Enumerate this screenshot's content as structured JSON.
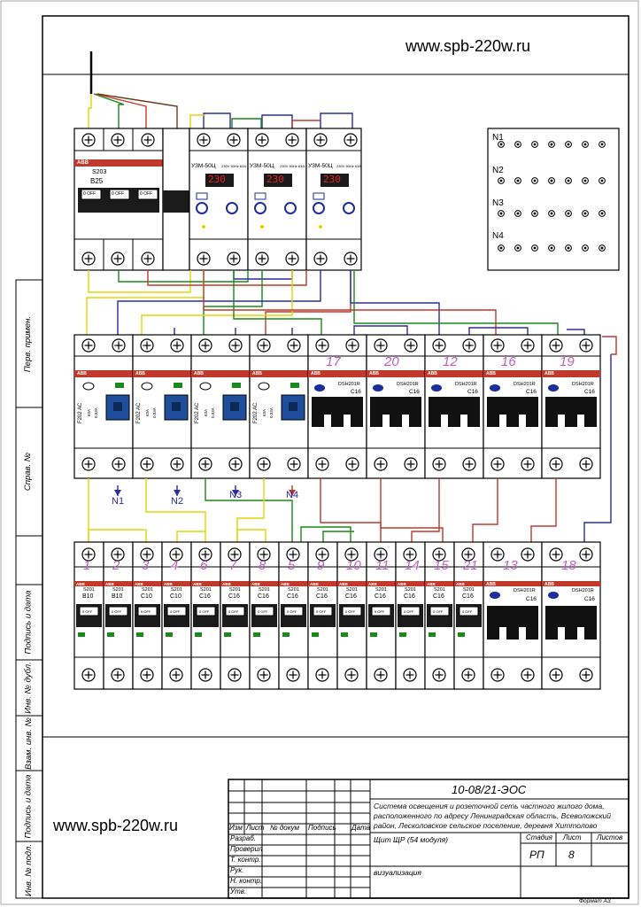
{
  "site_url_top": "www.spb-220w.ru",
  "site_url_bottom": "www.spb-220w.ru",
  "side_labels": [
    "Перв. примен.",
    "Справ. №",
    "Подпись и дата",
    "Инв. № дубл.",
    "Взам. инв. №",
    "Подпись и дата",
    "Инв. № подл."
  ],
  "top_breaker": {
    "brand": "ABB",
    "model": "S203",
    "rating": "B25",
    "switch": "0 OFF"
  },
  "relays": [
    {
      "model": "УЗМ-50Ц",
      "spec": "230V 50Hz 63A",
      "display": "230"
    },
    {
      "model": "УЗМ-50Ц",
      "spec": "230V 50Hz 63A",
      "display": "230"
    },
    {
      "model": "УЗМ-50Ц",
      "spec": "230V 50Hz 63A",
      "display": "230"
    }
  ],
  "neutral_bars": [
    "N1",
    "N2",
    "N3",
    "N4"
  ],
  "rcd_row": [
    {
      "model": "F202 AC",
      "line2": "63A",
      "line3": "0,03A",
      "out": "N1"
    },
    {
      "model": "F202 AC",
      "line2": "63A",
      "line3": "0,03A",
      "out": "N2"
    },
    {
      "model": "F202 AC",
      "line2": "63A",
      "line3": "0,03A",
      "out": "N3"
    },
    {
      "model": "F202 AC",
      "line2": "63A",
      "line3": "0,03A",
      "out": "N4"
    }
  ],
  "difav_row1": [
    {
      "num": "17",
      "model": "DSH201R",
      "rating": "C16"
    },
    {
      "num": "20",
      "model": "DSH201R",
      "rating": "C16"
    },
    {
      "num": "12",
      "model": "DSH201R",
      "rating": "C16"
    },
    {
      "num": "16",
      "model": "DSH201R",
      "rating": "C16"
    },
    {
      "num": "19",
      "model": "DSH201R",
      "rating": "C16"
    }
  ],
  "mcb_row": [
    {
      "num": "1",
      "model": "S201",
      "rating": "B10"
    },
    {
      "num": "2",
      "model": "S201",
      "rating": "B10"
    },
    {
      "num": "3",
      "model": "S201",
      "rating": "C10"
    },
    {
      "num": "4",
      "model": "S201",
      "rating": "C10"
    },
    {
      "num": "6",
      "model": "S201",
      "rating": "C16"
    },
    {
      "num": "7",
      "model": "S201",
      "rating": "C16"
    },
    {
      "num": "8",
      "model": "S201",
      "rating": "C16"
    },
    {
      "num": "5",
      "model": "S201",
      "rating": "C16"
    },
    {
      "num": "9",
      "model": "S201",
      "rating": "C16"
    },
    {
      "num": "10",
      "model": "S201",
      "rating": "C16"
    },
    {
      "num": "11",
      "model": "S201",
      "rating": "C16"
    },
    {
      "num": "14",
      "model": "S201",
      "rating": "C16"
    },
    {
      "num": "15",
      "model": "S201",
      "rating": "C16"
    },
    {
      "num": "21",
      "model": "S201",
      "rating": "C16"
    }
  ],
  "difav_row2": [
    {
      "num": "13",
      "model": "DSH201R",
      "rating": "C16"
    },
    {
      "num": "18",
      "model": "DSH201R",
      "rating": "C16"
    }
  ],
  "switch_label": "0 OFF",
  "brand": "ABB",
  "title_block": {
    "doc_code": "10-08/21-ЭОС",
    "description": "Система освещения и розеточной сеть частного жилого дома, расположенного по адресу Ленинградская область, Всеволожский район, Лесколовское сельское поселение, деревня Хиттолово",
    "sheet_title": "Щит ЩР (54 модуля)",
    "sheet_subtitle": "визуализация",
    "col_izm": "Изм",
    "col_list": "Лист",
    "col_docnum": "№ докум",
    "col_sign": "Подпись",
    "col_date": "Дата",
    "row_labels": [
      "Разраб.",
      "Проверил",
      "Т. контр.",
      "Рук.",
      "Н. контр.",
      "Утв."
    ],
    "stage_label": "Стадия",
    "sheet_label": "Лист",
    "sheets_label": "Листов",
    "stage_value": "РП",
    "sheet_value": "8",
    "sheets_value": "",
    "format": "Формат А3"
  }
}
